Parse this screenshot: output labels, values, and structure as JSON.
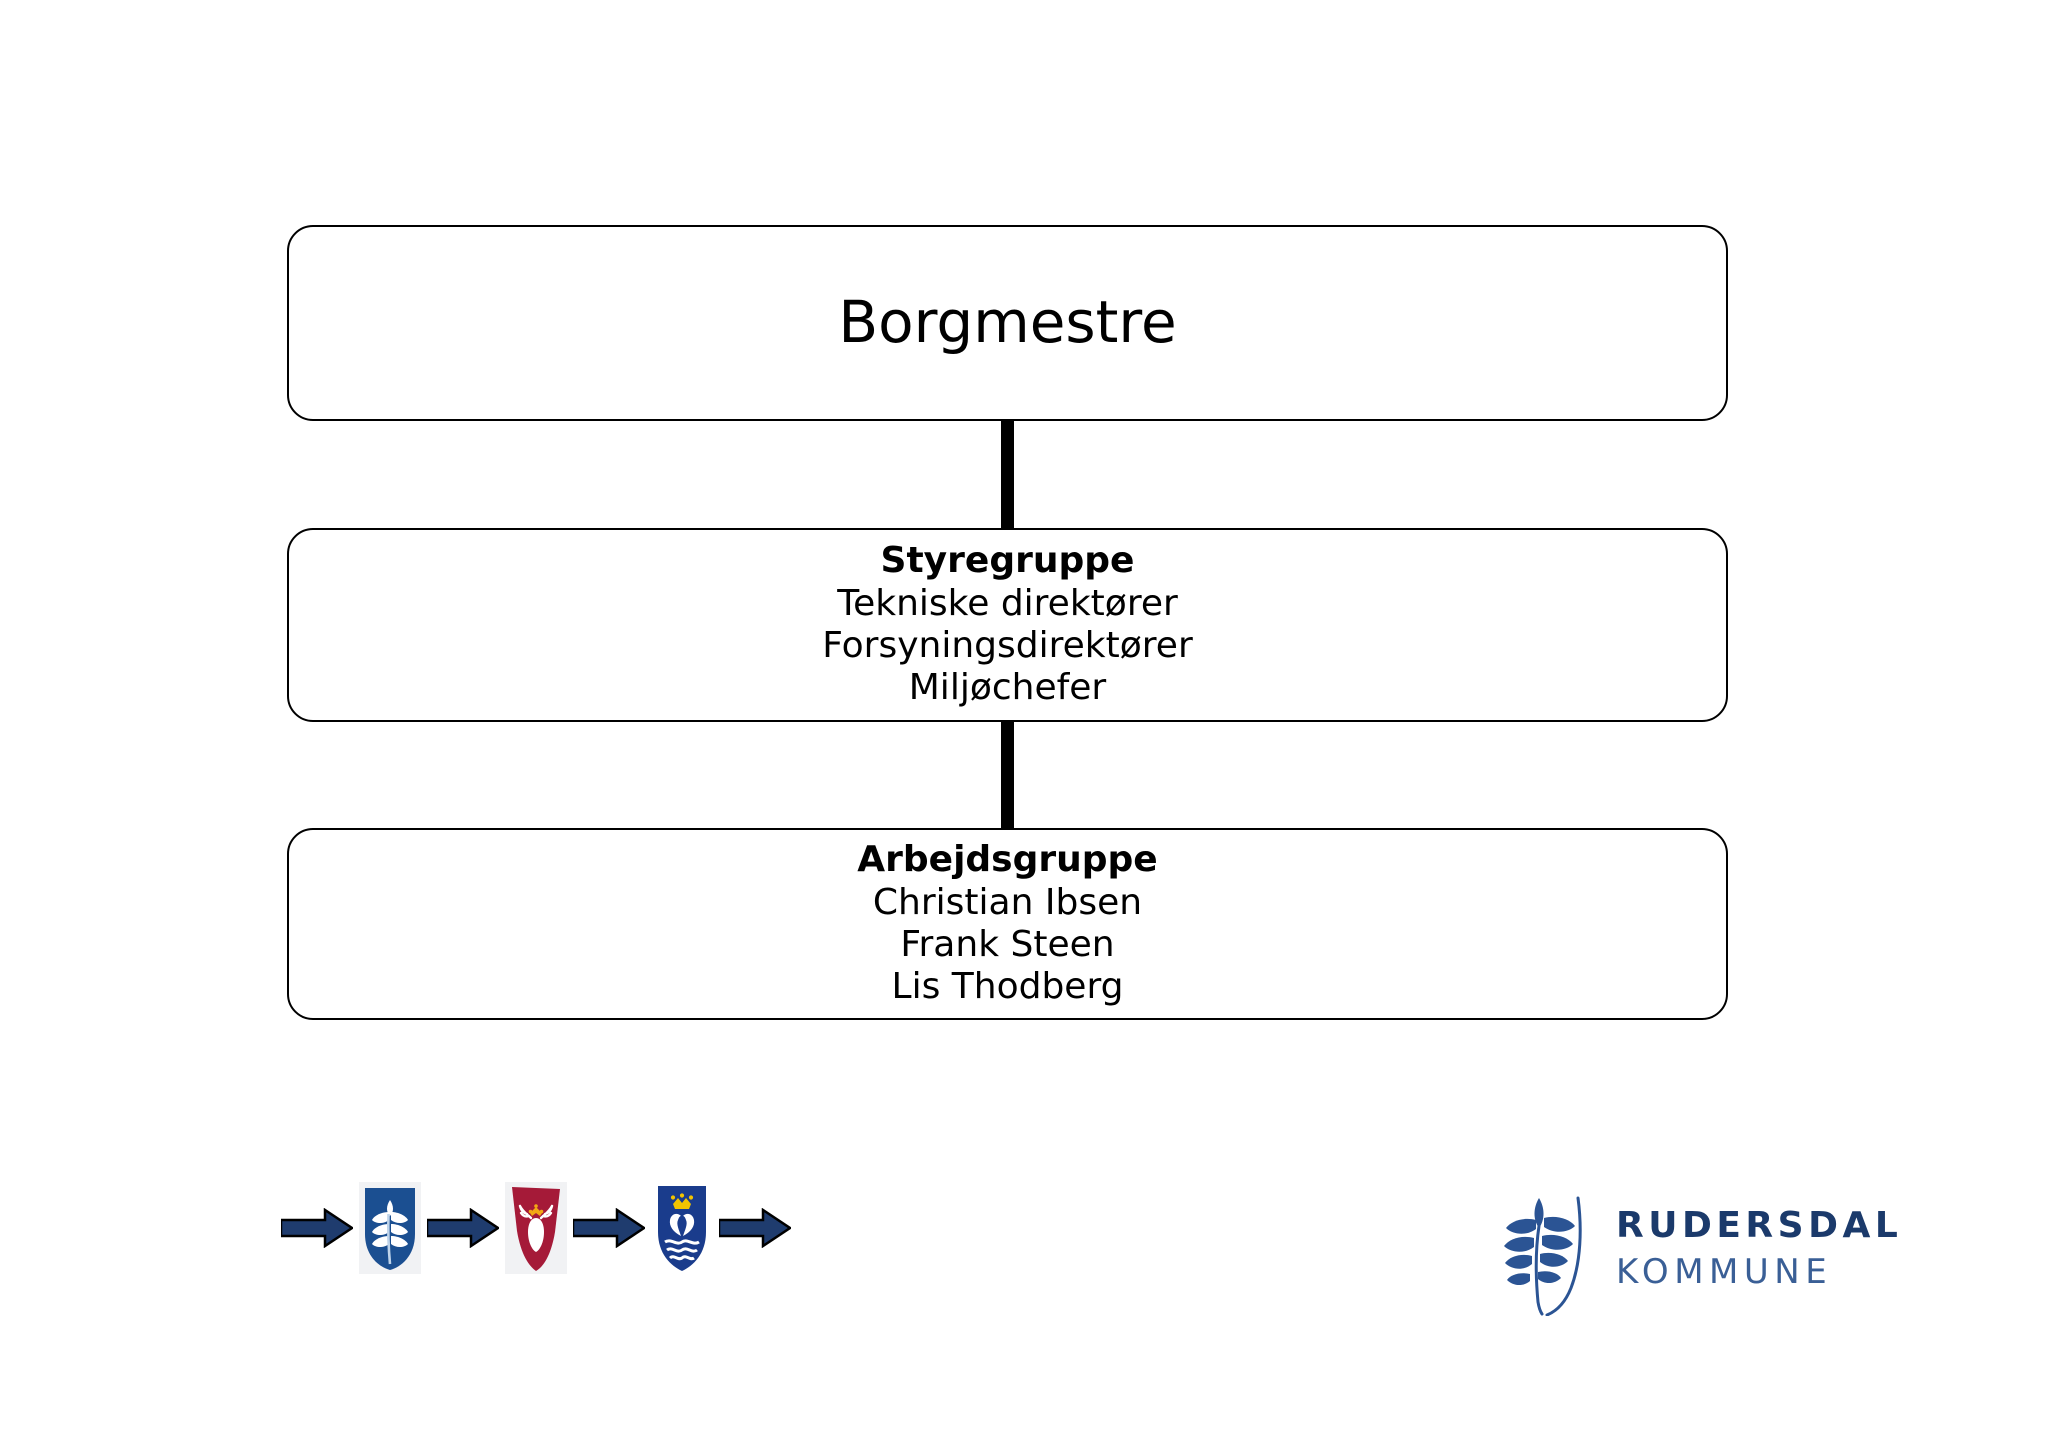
{
  "slide": {
    "background_color": "#FFFFFF",
    "type": "organization-chart"
  },
  "org_chart": {
    "connector_color": "#000000",
    "box_border_color": "#000000",
    "nodes": [
      {
        "id": "borgmestre",
        "title": "Borgmestre",
        "title_bold": false,
        "lines": []
      },
      {
        "id": "styregruppe",
        "title": "Styregruppe",
        "title_bold": true,
        "lines": [
          "Tekniske direktører",
          "Forsyningsdirektører",
          "Miljøchefer"
        ]
      },
      {
        "id": "arbejdsgruppe",
        "title": "Arbejdsgruppe",
        "title_bold": true,
        "lines": [
          "Christian Ibsen",
          "Frank Steen",
          "Lis Thodberg"
        ]
      }
    ]
  },
  "emblem_strip": {
    "arrow_color": "#1F3C6E",
    "arrow_outline_color": "#000000",
    "items": [
      {
        "kind": "arrow",
        "name": "arrow-right-icon"
      },
      {
        "kind": "crest",
        "name": "birkerod-crest-icon",
        "field_color": "#1B4F91",
        "charge_color": "#FFFFFF",
        "description": "blue shield with white wheat frond"
      },
      {
        "kind": "arrow",
        "name": "arrow-right-icon"
      },
      {
        "kind": "crest",
        "name": "sollerod-crest-icon",
        "field_color": "#A51A38",
        "charge_color": "#FFFFFF",
        "crown_color": "#F2A814",
        "description": "red shield with white stag head and gold crown"
      },
      {
        "kind": "arrow",
        "name": "arrow-right-icon"
      },
      {
        "kind": "crest",
        "name": "rudersdal-crest-icon",
        "field_color": "#1A3C8C",
        "charge_color": "#FFFFFF",
        "crown_color": "#F2C400",
        "description": "blue shield with gold crown, two white swans and waves"
      },
      {
        "kind": "arrow",
        "name": "arrow-right-icon"
      }
    ]
  },
  "brand_logo": {
    "mark_color": "#2B5494",
    "mark_name": "rudersdal-wheat-mark-icon",
    "word_primary": "RUDERSDAL",
    "word_secondary": "KOMMUNE",
    "word_primary_color": "#1B3A6B",
    "word_secondary_color": "#3A5F96"
  }
}
